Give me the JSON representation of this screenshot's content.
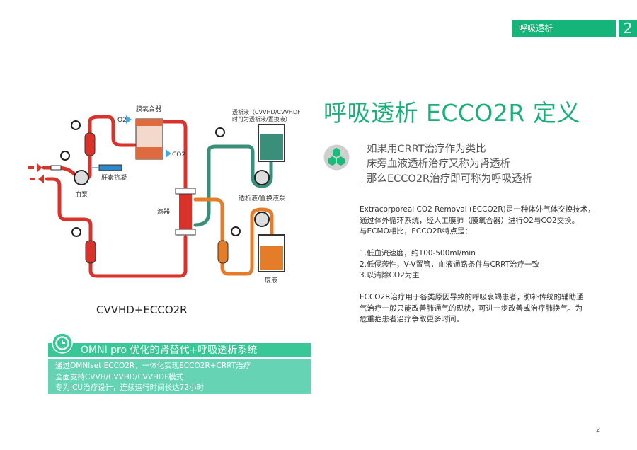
{
  "header": {
    "section": "呼吸透析",
    "number": "2"
  },
  "title": "呼吸透析 ECCO2R 定义",
  "analogy": [
    "如果用CRRT治疗作为类比",
    "床旁血液透析治疗又称为肾透析",
    "那么ECCO2R治疗即可称为呼吸透析"
  ],
  "description": [
    "Extracorporeal CO2 Removal (ECCO2R)是一种体外气体交换技术，",
    "通过体外循环系统，经人工膜肺（膜氧合器）进行O2与CO2交换。",
    "与ECMO相比，ECCO2R特点是：",
    "",
    "1.低血流速度，约100-500ml/min",
    "2.低侵袭性，V-V置管，血液通路条件与CRRT治疗一致",
    "3.以清除CO2为主",
    "",
    "ECCO2R治疗用于各类原因导致的呼吸衰竭患者，弥补传统的辅助通",
    "气治疗一般只能改善肺通气的现状，可进一步改善或治疗肺换气。为",
    "危重症患者治疗争取更多时间。"
  ],
  "diagram": {
    "oxygenator": "膜氧合器",
    "o2": "O2",
    "co2": "CO2",
    "heparin": "肝素抗凝",
    "blood_pump": "血泵",
    "filter": "滤器",
    "dialysate_1": "透析液（CVVHD/CVVHDF",
    "dialysate_2": "时可为透析液/置换液）",
    "dialysate_pump": "透析液/置换液泵",
    "waste": "废液",
    "caption": "CVVHD+ECCO2R"
  },
  "panel": {
    "title": "OMNI pro 优化的肾替代+呼吸透析系统",
    "lines": [
      "通过OMNIset ECCO2R，一体化实现ECCO2R+CRRT治疗",
      "全面支持CVVH/CVVHD/CVVHDF模式",
      "专为ICU治疗设计，连续运行时间长达72小时"
    ]
  },
  "page_number": "2",
  "colors": {
    "green": "#14b47a",
    "blood": "#d9322b",
    "dialysate": "#3a8f7a",
    "waste": "#e47c2a"
  }
}
